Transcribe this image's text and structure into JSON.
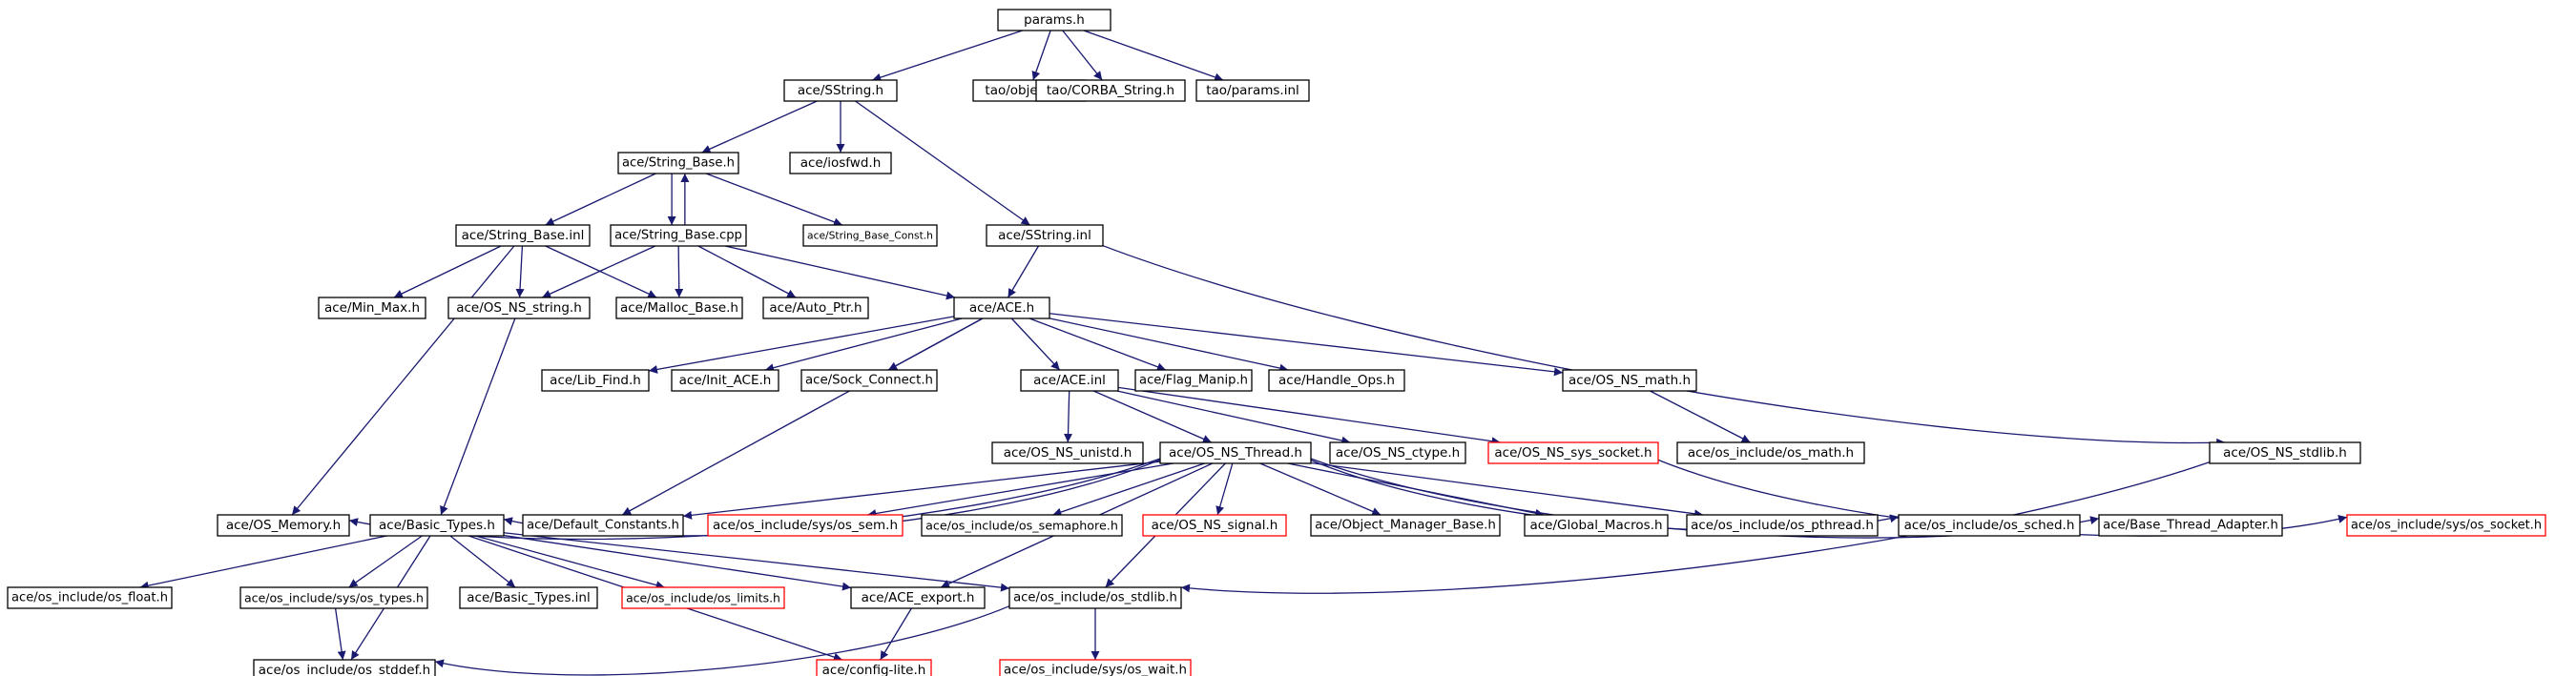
{
  "colors": {
    "edge": "#191970",
    "border_normal": "#000000",
    "border_truncated": "#ff0000",
    "root_fill": "#bfbfbf"
  },
  "nodes": [
    {
      "id": "n0",
      "label": "params.h",
      "root": true
    },
    {
      "id": "n1",
      "label": "ace/SString.h"
    },
    {
      "id": "n2",
      "label": "tao/objectid.h"
    },
    {
      "id": "n3",
      "label": "tao/CORBA_String.h"
    },
    {
      "id": "n4",
      "label": "tao/params.inl"
    },
    {
      "id": "n5",
      "label": "ace/String_Base.h"
    },
    {
      "id": "n6",
      "label": "ace/iosfwd.h"
    },
    {
      "id": "n7",
      "label": "ace/String_Base.inl"
    },
    {
      "id": "n8",
      "label": "ace/String_Base.cpp"
    },
    {
      "id": "n9",
      "label": "ace/String_Base_Const.h"
    },
    {
      "id": "n10",
      "label": "ace/SString.inl"
    },
    {
      "id": "n11",
      "label": "ace/Min_Max.h"
    },
    {
      "id": "n12",
      "label": "ace/OS_NS_string.h"
    },
    {
      "id": "n13",
      "label": "ace/Malloc_Base.h"
    },
    {
      "id": "n14",
      "label": "ace/Auto_Ptr.h"
    },
    {
      "id": "n15",
      "label": "ace/ACE.h"
    },
    {
      "id": "n16",
      "label": "ace/Lib_Find.h"
    },
    {
      "id": "n17",
      "label": "ace/Init_ACE.h"
    },
    {
      "id": "n18",
      "label": "ace/Sock_Connect.h"
    },
    {
      "id": "n19",
      "label": "ace/ACE.inl"
    },
    {
      "id": "n20",
      "label": "ace/Flag_Manip.h"
    },
    {
      "id": "n21",
      "label": "ace/Handle_Ops.h"
    },
    {
      "id": "n22",
      "label": "ace/OS_NS_math.h"
    },
    {
      "id": "n23",
      "label": "ace/OS_NS_unistd.h"
    },
    {
      "id": "n24",
      "label": "ace/OS_NS_Thread.h"
    },
    {
      "id": "n25",
      "label": "ace/OS_NS_ctype.h"
    },
    {
      "id": "n26",
      "label": "ace/OS_NS_sys_socket.h",
      "truncated": true
    },
    {
      "id": "n27",
      "label": "ace/os_include/os_math.h"
    },
    {
      "id": "n28",
      "label": "ace/OS_NS_stdlib.h"
    },
    {
      "id": "n29",
      "label": "ace/OS_Memory.h"
    },
    {
      "id": "n30",
      "label": "ace/Basic_Types.h"
    },
    {
      "id": "n31",
      "label": "ace/Default_Constants.h"
    },
    {
      "id": "n32",
      "label": "ace/os_include/sys/os_sem.h",
      "truncated": true
    },
    {
      "id": "n33",
      "label": "ace/os_include/os_semaphore.h"
    },
    {
      "id": "n34",
      "label": "ace/OS_NS_signal.h",
      "truncated": true
    },
    {
      "id": "n35",
      "label": "ace/Object_Manager_Base.h"
    },
    {
      "id": "n36",
      "label": "ace/Global_Macros.h"
    },
    {
      "id": "n37",
      "label": "ace/os_include/os_pthread.h"
    },
    {
      "id": "n38",
      "label": "ace/os_include/os_sched.h"
    },
    {
      "id": "n39",
      "label": "ace/Base_Thread_Adapter.h"
    },
    {
      "id": "n40",
      "label": "ace/os_include/sys/os_socket.h",
      "truncated": true
    },
    {
      "id": "n41",
      "label": "ace/os_include/os_float.h"
    },
    {
      "id": "n42",
      "label": "ace/os_include/sys/os_types.h"
    },
    {
      "id": "n43",
      "label": "ace/Basic_Types.inl"
    },
    {
      "id": "n44",
      "label": "ace/os_include/os_limits.h",
      "truncated": true
    },
    {
      "id": "n45",
      "label": "ace/ACE_export.h"
    },
    {
      "id": "n46",
      "label": "ace/os_include/os_stdlib.h"
    },
    {
      "id": "n47",
      "label": "ace/os_include/os_stddef.h"
    },
    {
      "id": "n48",
      "label": "ace/config-lite.h",
      "truncated": true
    },
    {
      "id": "n49",
      "label": "ace/os_include/sys/os_wait.h",
      "truncated": true
    }
  ],
  "edges": [
    [
      "n0",
      "n1"
    ],
    [
      "n0",
      "n2"
    ],
    [
      "n0",
      "n3"
    ],
    [
      "n0",
      "n4"
    ],
    [
      "n1",
      "n5"
    ],
    [
      "n1",
      "n6"
    ],
    [
      "n1",
      "n10"
    ],
    [
      "n5",
      "n7"
    ],
    [
      "n5",
      "n8"
    ],
    [
      "n5",
      "n9"
    ],
    [
      "n8",
      "n5"
    ],
    [
      "n7",
      "n11"
    ],
    [
      "n7",
      "n12"
    ],
    [
      "n7",
      "n13"
    ],
    [
      "n7",
      "n29"
    ],
    [
      "n8",
      "n12"
    ],
    [
      "n8",
      "n13"
    ],
    [
      "n8",
      "n14"
    ],
    [
      "n8",
      "n15"
    ],
    [
      "n10",
      "n15"
    ],
    [
      "n10",
      "n28"
    ],
    [
      "n15",
      "n16"
    ],
    [
      "n15",
      "n17"
    ],
    [
      "n15",
      "n18"
    ],
    [
      "n15",
      "n19"
    ],
    [
      "n15",
      "n20"
    ],
    [
      "n15",
      "n21"
    ],
    [
      "n15",
      "n22"
    ],
    [
      "n15",
      "n31"
    ],
    [
      "n19",
      "n23"
    ],
    [
      "n19",
      "n24"
    ],
    [
      "n19",
      "n25"
    ],
    [
      "n19",
      "n26"
    ],
    [
      "n22",
      "n27"
    ],
    [
      "n12",
      "n30"
    ],
    [
      "n24",
      "n29"
    ],
    [
      "n24",
      "n30"
    ],
    [
      "n24",
      "n31"
    ],
    [
      "n24",
      "n32"
    ],
    [
      "n24",
      "n33"
    ],
    [
      "n24",
      "n34"
    ],
    [
      "n24",
      "n35"
    ],
    [
      "n24",
      "n36"
    ],
    [
      "n24",
      "n37"
    ],
    [
      "n24",
      "n38"
    ],
    [
      "n24",
      "n39"
    ],
    [
      "n24",
      "n45"
    ],
    [
      "n24",
      "n46"
    ],
    [
      "n26",
      "n40"
    ],
    [
      "n28",
      "n46"
    ],
    [
      "n30",
      "n41"
    ],
    [
      "n30",
      "n42"
    ],
    [
      "n30",
      "n43"
    ],
    [
      "n30",
      "n44"
    ],
    [
      "n30",
      "n45"
    ],
    [
      "n30",
      "n46"
    ],
    [
      "n30",
      "n47"
    ],
    [
      "n30",
      "n48"
    ],
    [
      "n42",
      "n47"
    ],
    [
      "n45",
      "n48"
    ],
    [
      "n46",
      "n47"
    ],
    [
      "n46",
      "n49"
    ]
  ]
}
